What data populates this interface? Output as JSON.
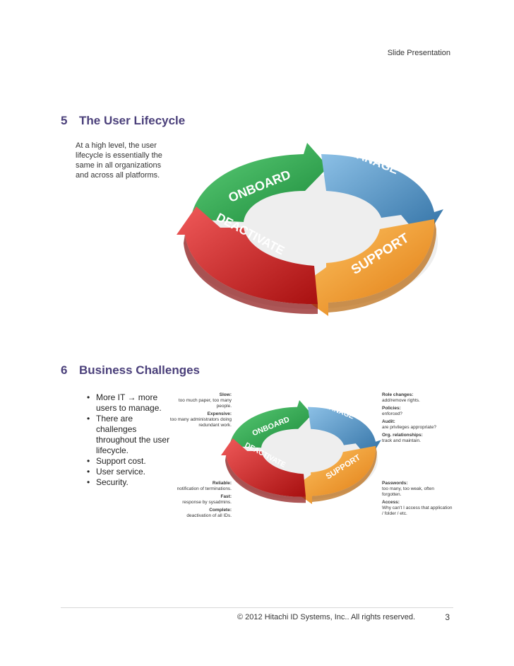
{
  "header": {
    "title": "Slide Presentation"
  },
  "section5": {
    "number": "5",
    "title": "The User Lifecycle",
    "intro": "At a high level, the user lifecycle is essentially the same in all organizations and across all platforms."
  },
  "cycle": {
    "onboard": "ONBOARD",
    "manage": "MANAGE",
    "support": "SUPPORT",
    "deactivate": "DEACTIVATE",
    "colors": {
      "onboard": "#2fa84f",
      "manage": "#4f8fc0",
      "support": "#f0a030",
      "deactivate": "#d42a2a"
    }
  },
  "section6": {
    "number": "6",
    "title": "Business Challenges",
    "bullets": [
      "More IT → more users to manage.",
      "There are challenges throughout the user lifecycle.",
      "Support cost.",
      "User service.",
      "Security."
    ],
    "notes_top_left": [
      {
        "title": "Slow:",
        "text": "too much paper, too many people."
      },
      {
        "title": "Expensive:",
        "text": "too many administrators doing redundant work."
      }
    ],
    "notes_bottom_left": [
      {
        "title": "Reliable:",
        "text": "notification of terminations."
      },
      {
        "title": "Fast:",
        "text": "response by sysadmins."
      },
      {
        "title": "Complete:",
        "text": "deactivation of all IDs."
      }
    ],
    "notes_top_right": [
      {
        "title": "Role changes:",
        "text": "add/remove rights."
      },
      {
        "title": "Policies:",
        "text": "enforced?"
      },
      {
        "title": "Audit:",
        "text": "are privileges appropriate?"
      },
      {
        "title": "Org. relationships:",
        "text": "track and maintain."
      }
    ],
    "notes_bottom_right": [
      {
        "title": "Passwords:",
        "text": "too many, too weak, often forgotten."
      },
      {
        "title": "Access:",
        "text": "Why can't I access that application / folder / etc."
      }
    ]
  },
  "footer": {
    "copyright": "© 2012 Hitachi ID Systems, Inc.. All rights reserved.",
    "page": "3"
  }
}
